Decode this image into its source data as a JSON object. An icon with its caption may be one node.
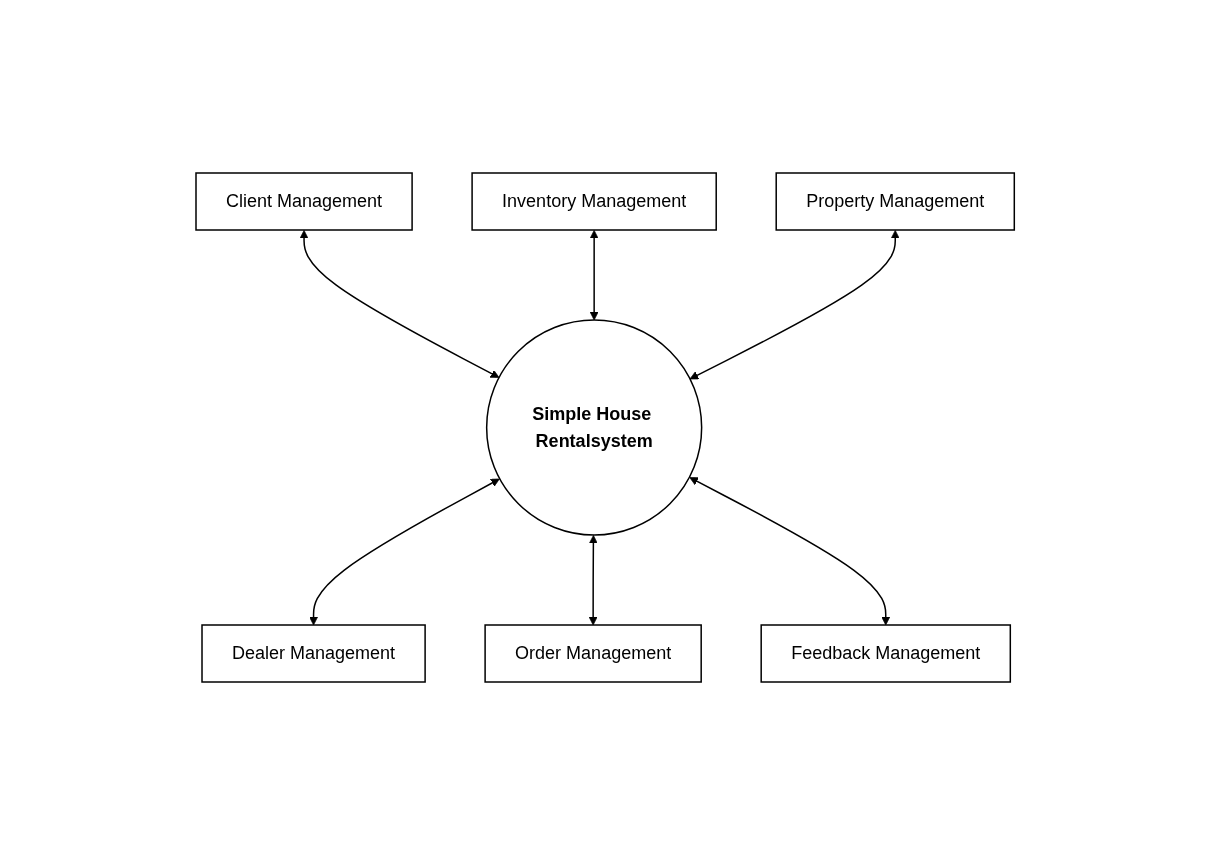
{
  "diagram": {
    "nodes": [
      {
        "text": [
          "Client Management"
        ]
      },
      {
        "text": [
          "Inventory Management"
        ]
      },
      {
        "text": [
          "Property Management"
        ]
      },
      {
        "text": [
          "Simple House Rentalsystem"
        ]
      },
      {
        "text": [
          "Dealer Management"
        ]
      },
      {
        "text": [
          "Order Management"
        ]
      },
      {
        "text": [
          "Feedback Management"
        ]
      }
    ],
    "edges": [
      {
        "from": 0,
        "to": 3,
        "arrow": "both"
      },
      {
        "from": 1,
        "to": 3,
        "arrow": "both"
      },
      {
        "from": 2,
        "to": 3,
        "arrow": "both"
      },
      {
        "from": 3,
        "to": 4,
        "arrow": "both"
      },
      {
        "from": 3,
        "to": 5,
        "arrow": "both"
      },
      {
        "from": 3,
        "to": 6,
        "arrow": "both"
      }
    ]
  }
}
